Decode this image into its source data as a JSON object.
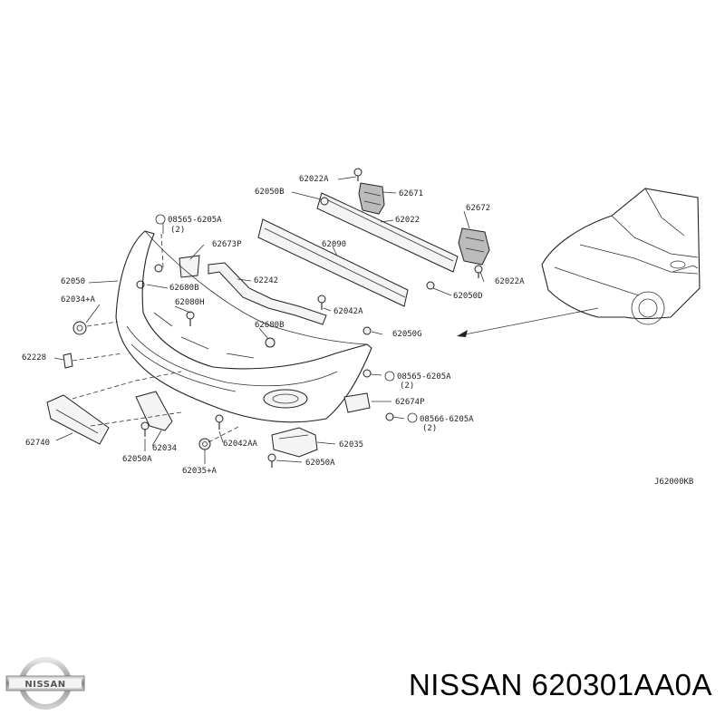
{
  "diagram": {
    "labels": {
      "l_62022A_top": "62022A",
      "l_62050B": "62050B",
      "l_62671": "62671",
      "l_62672": "62672",
      "l_62022": "62022",
      "l_08565_a": "08565-6205A",
      "l_08565_a_qty": "(2)",
      "l_62673P": "62673P",
      "l_62090": "62090",
      "l_62022A_right": "62022A",
      "l_62050": "62050",
      "l_62242": "62242",
      "l_62680B": "62680B",
      "l_62050D": "62050D",
      "l_62034A": "62034+A",
      "l_62080H": "62080H",
      "l_62042A": "62042A",
      "l_62680B_b": "62680B",
      "l_62050G": "62050G",
      "l_62228": "62228",
      "l_08565_b": "08565-6205A",
      "l_08565_b_qty": "(2)",
      "l_62674P": "62674P",
      "l_08566": "08566-6205A",
      "l_08566_qty": "(2)",
      "l_62740": "62740",
      "l_62034": "62034",
      "l_62042AA": "62042AA",
      "l_62035": "62035",
      "l_62050A_left": "62050A",
      "l_62050A_right": "62050A",
      "l_62035A": "62035+A",
      "l_ref": "J62000KB"
    }
  },
  "brand": {
    "logo_text": "NISSAN",
    "title": "NISSAN 620301AA0A"
  }
}
